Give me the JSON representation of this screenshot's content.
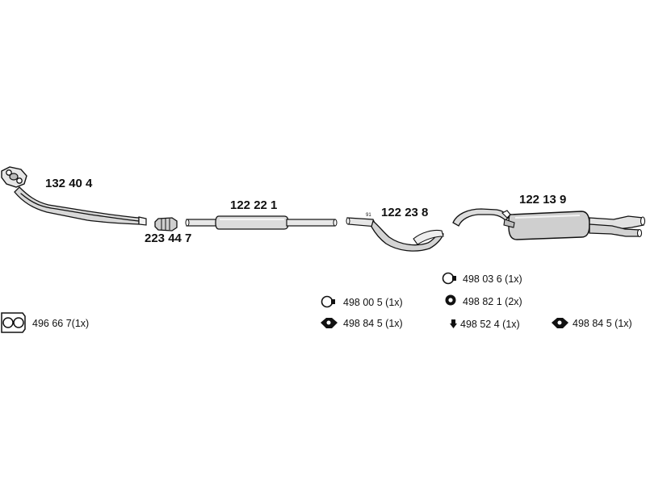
{
  "parts": {
    "front_pipe": {
      "number": "132 40 4"
    },
    "connector": {
      "number": "223 44 7"
    },
    "centre_muffler": {
      "number": "122 22 1"
    },
    "middle_muffler": {
      "number": "122 23 8",
      "marker": "91"
    },
    "rear_muffler": {
      "number": "122 13 9"
    }
  },
  "accessories": [
    {
      "id": "gasket",
      "icon": "flange-gasket-icon",
      "number": "496 66 7",
      "qty": "(1x)"
    },
    {
      "id": "clamp_a",
      "icon": "pipe-clamp-icon",
      "number": "498 00 5",
      "qty": "(1x)"
    },
    {
      "id": "rubber_mount_a",
      "icon": "rubber-mount-icon",
      "number": "498 84 5",
      "qty": "(1x)"
    },
    {
      "id": "clamp_b",
      "icon": "pipe-clamp-icon",
      "number": "498 03 6",
      "qty": "(1x)"
    },
    {
      "id": "ring",
      "icon": "rubber-ring-icon",
      "number": "498 82 1",
      "qty": "(2x)"
    },
    {
      "id": "hanger",
      "icon": "hanger-icon",
      "number": "498 52 4",
      "qty": "(1x)"
    },
    {
      "id": "rubber_mount_b",
      "icon": "rubber-mount-icon",
      "number": "498 84 5",
      "qty": "(1x)"
    }
  ]
}
